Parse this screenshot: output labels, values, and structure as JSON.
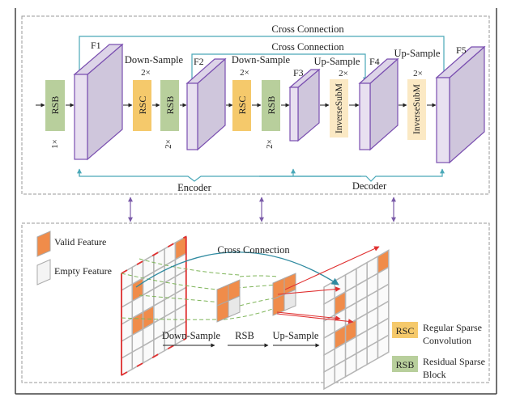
{
  "top_panel": {
    "cross_connection_outer": "Cross Connection",
    "cross_connection_inner": "Cross Connection",
    "features": [
      "F1",
      "F2",
      "F3",
      "F4",
      "F5"
    ],
    "down_sample_1": "Down-Sample",
    "down_sample_2": "Down-Sample",
    "up_sample_1": "Up-Sample",
    "up_sample_2": "Up-Sample",
    "mult_2x": "2×",
    "mult_1x": "1×",
    "rsb": "RSB",
    "rsc": "RSC",
    "inverse_subm": "InverseSubM",
    "encoder": "Encoder",
    "decoder": "Decoder"
  },
  "bottom_panel": {
    "legend_valid": "Valid Feature",
    "legend_empty": "Empty Feature",
    "cross_connection": "Cross Connection",
    "down_sample": "Down-Sample",
    "rsb": "RSB",
    "up_sample": "Up-Sample",
    "key_rsc_abbr": "RSC",
    "key_rsc_line1": "Regular Sparse",
    "key_rsc_line2": "Convolution",
    "key_rsb_abbr": "RSB",
    "key_rsb_line1": "Residual Sparse",
    "key_rsb_line2": "Block"
  },
  "colors": {
    "rsb_green": "#b8cf9c",
    "rsc_orange": "#f5c96b",
    "inverse_subm_beige": "#fbe9c4",
    "feature_front": "#e8e0f0",
    "feature_side": "#cfc6dc",
    "feature_edge": "#7a4fb0",
    "cross_connection": "#4aa8b8",
    "valid_orange": "#f08c4a",
    "grid_red": "#e03030",
    "dashed_green": "#7fb55a",
    "panel_arrow": "#7a5aa8"
  }
}
